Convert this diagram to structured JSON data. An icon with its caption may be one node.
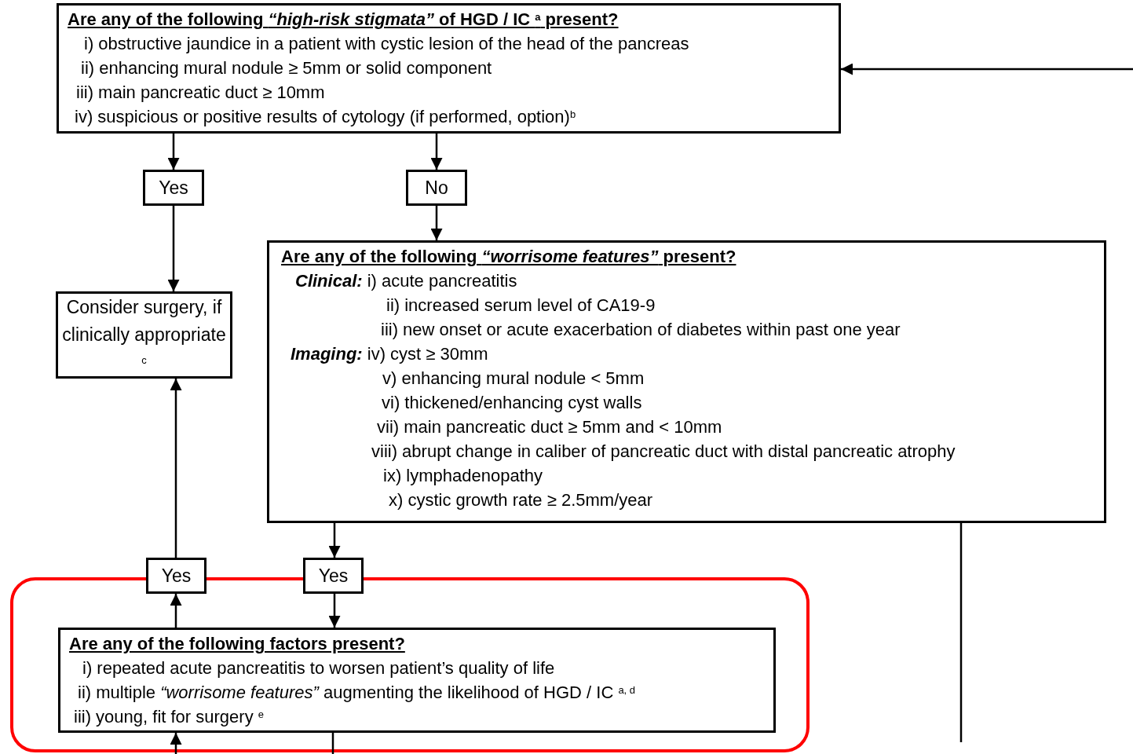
{
  "diagram": {
    "nodes": [
      {
        "text": [
          "Are any of the following *“high-risk stigmata”* of HGD / IC $^{a}$ present?",
          "i) obstructive jaundice in a patient with cystic lesion of the head of the pancreas",
          "ii) enhancing mural nodule ≥ 5mm or solid component",
          "iii) main pancreatic duct ≥ 10mm",
          "iv) suspicious or positive results of cytology (if performed, option)$^{b}$"
        ]
      },
      {
        "text": [
          "Yes"
        ]
      },
      {
        "text": [
          "No"
        ]
      },
      {
        "text": [
          "Consider surgery, if clinically appropriate $^{c}$"
        ]
      },
      {
        "text": [
          "Are any of the following *“worrisome features”* present?",
          "**Clinical:** i) acute pancreatitis",
          "ii) increased serum level of CA19-9",
          "iii) new onset or acute exacerbation of diabetes within past one year",
          "**Imaging:** iv) cyst ≥ 30mm",
          "v) enhancing mural nodule < 5mm",
          "vi) thickened/enhancing cyst walls",
          "vii) main pancreatic duct ≥ 5mm and < 10mm",
          "viii) abrupt change in caliber of pancreatic duct with distal pancreatic atrophy",
          "ix) lymphadenopathy",
          "x) cystic growth rate ≥ 2.5mm/year"
        ]
      },
      {
        "text": [
          "Yes"
        ]
      },
      {
        "text": [
          "Yes"
        ]
      },
      {
        "text": [
          "Are any of the following factors present?",
          "i) repeated acute pancreatitis to worsen patient’s quality of life",
          "ii) multiple *“worrisome features”* augmenting the likelihood of HGD / IC $^{a, d}$",
          "iii) young, fit for surgery $^{e}$"
        ]
      }
    ],
    "edges": [
      {
        "from": 0,
        "to": 1,
        "arrow": "to"
      },
      {
        "from": 0,
        "to": 2,
        "arrow": "to"
      },
      {
        "from": 1,
        "to": 3,
        "arrow": "to"
      },
      {
        "from": 2,
        "to": 4,
        "arrow": "to"
      },
      {
        "from": null,
        "to": 0,
        "arrow": "to"
      },
      {
        "from": 4,
        "to": 6,
        "arrow": "to"
      },
      {
        "from": 6,
        "to": 7,
        "arrow": "to"
      },
      {
        "from": 7,
        "to": 5,
        "arrow": "to"
      },
      {
        "from": 5,
        "to": 3,
        "arrow": "to"
      },
      {
        "from": 4,
        "to": null,
        "arrow": "none"
      },
      {
        "from": null,
        "to": 7,
        "arrow": "to"
      },
      {
        "from": 7,
        "to": null,
        "arrow": "none"
      }
    ]
  }
}
